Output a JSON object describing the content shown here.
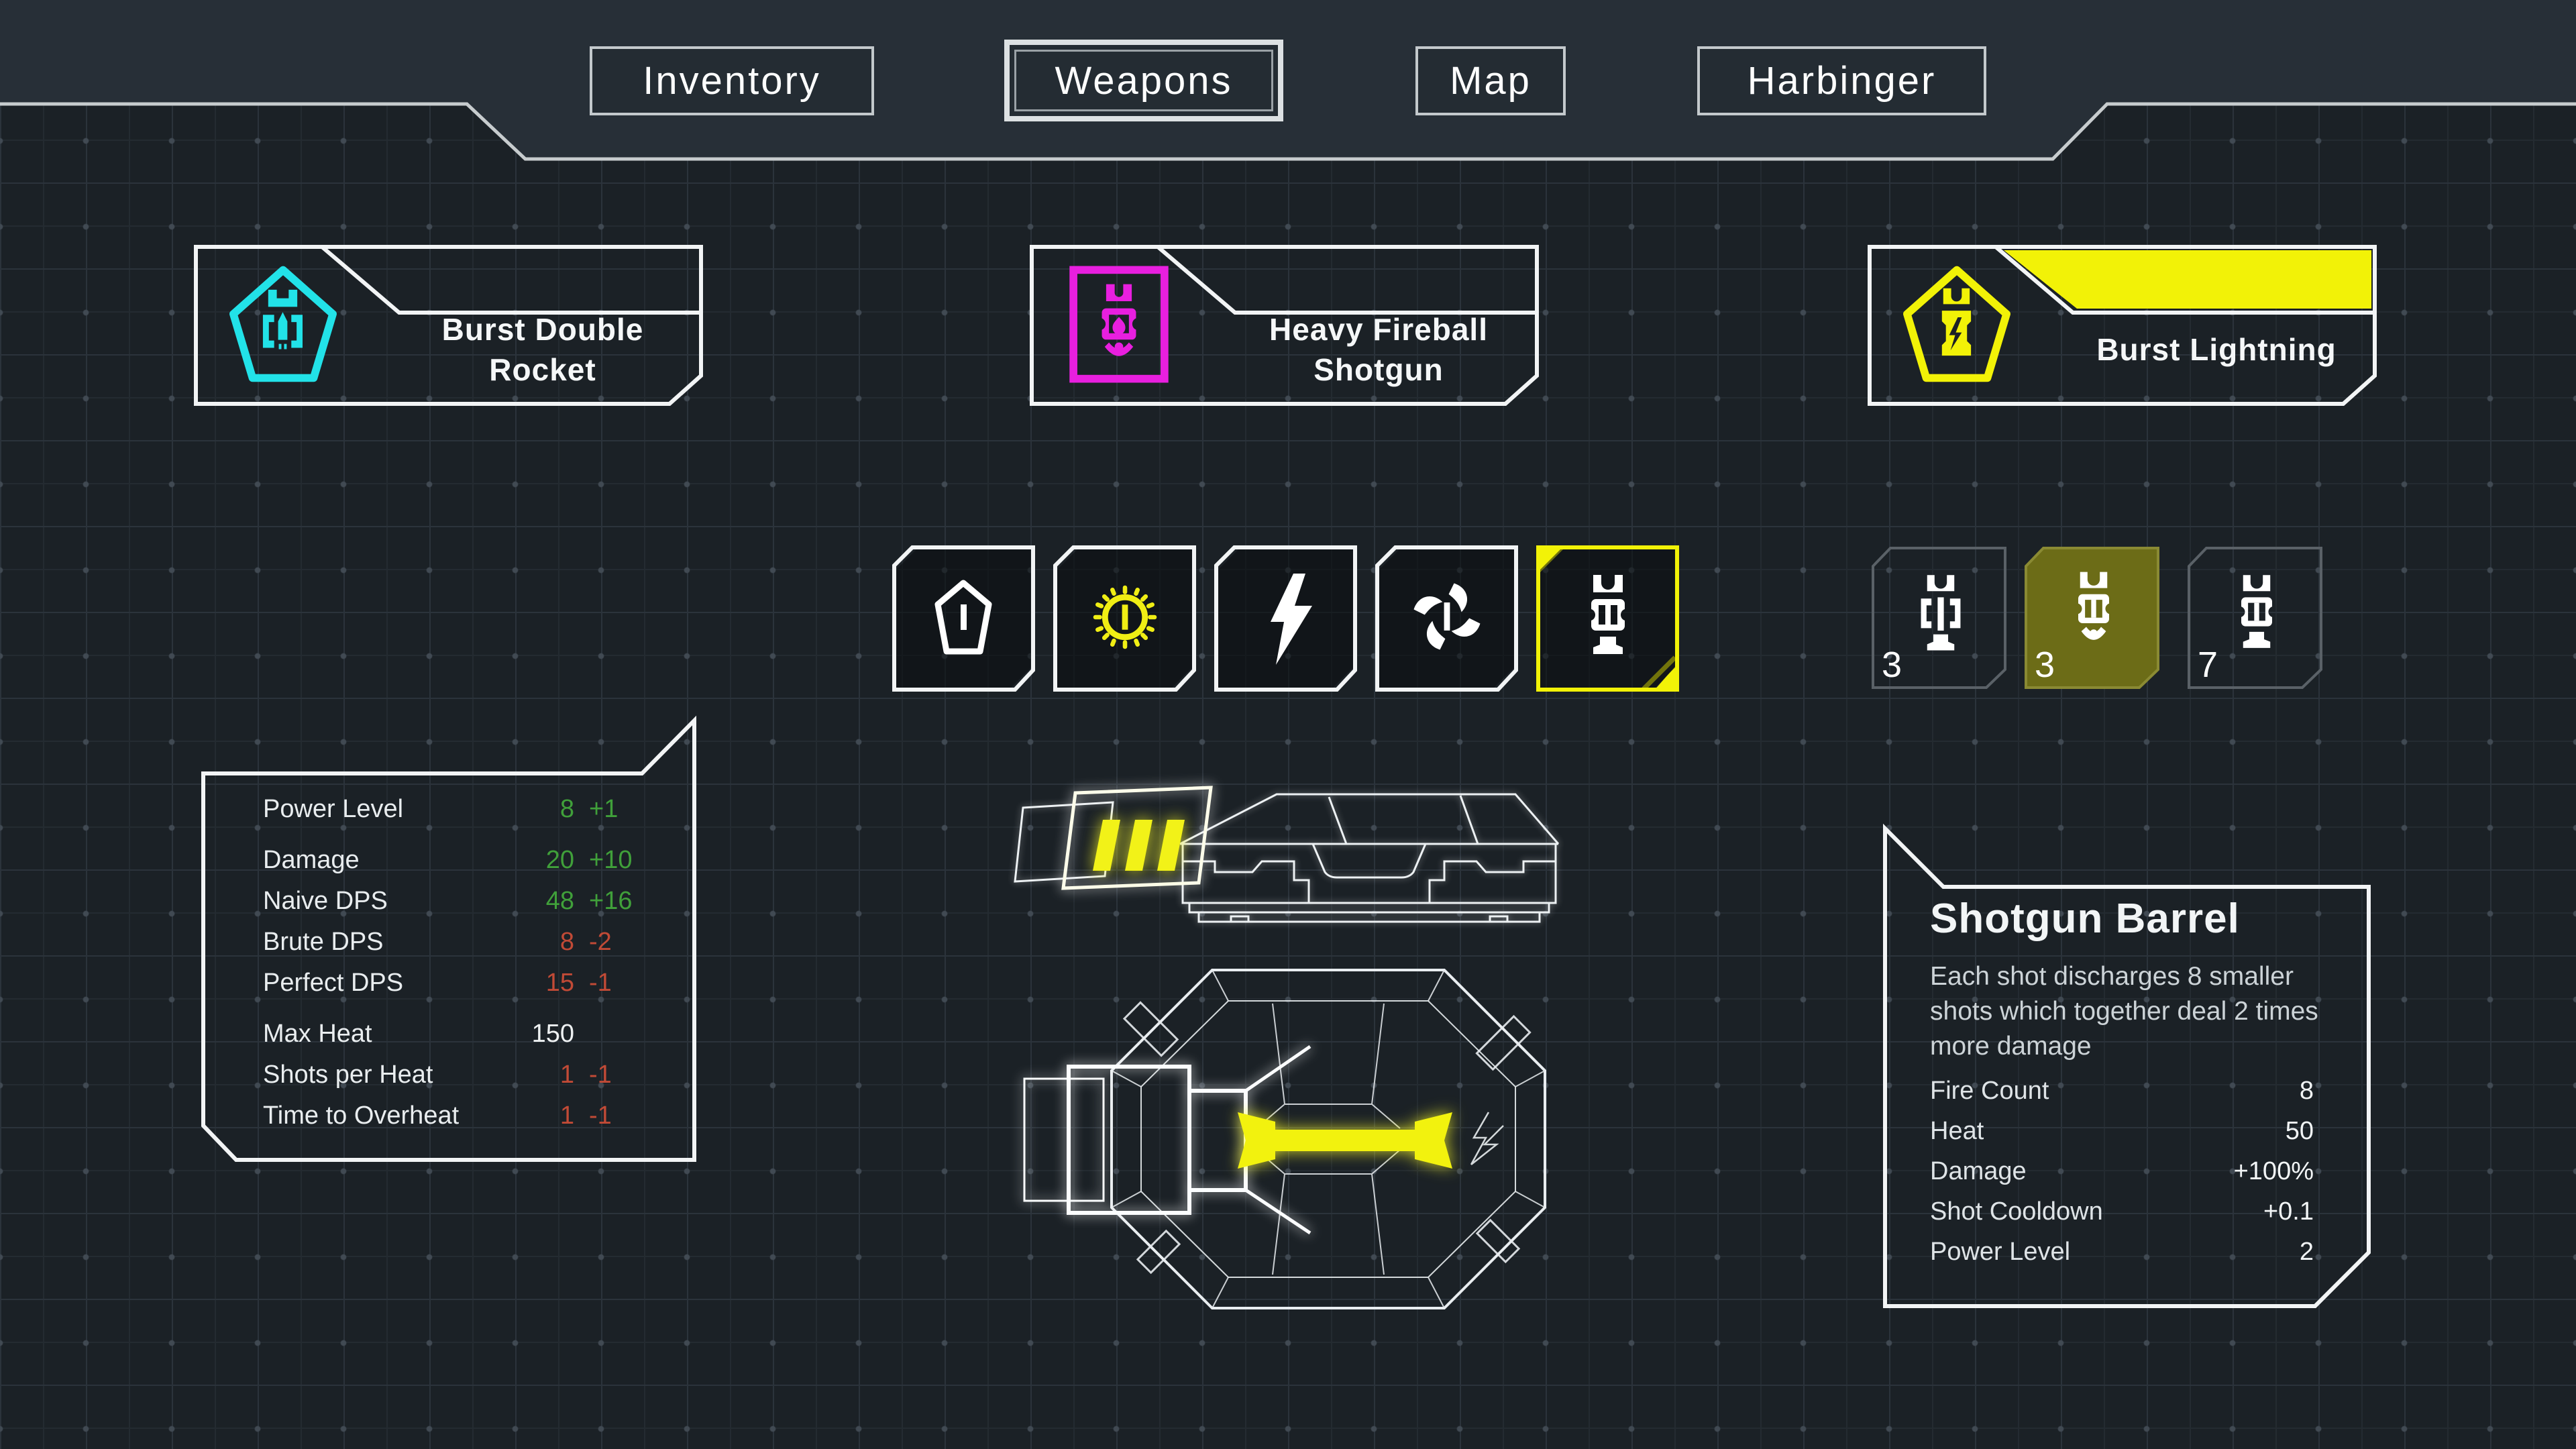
{
  "tabs": [
    {
      "label": "Inventory",
      "selected": false
    },
    {
      "label": "Weapons",
      "selected": true
    },
    {
      "label": "Map",
      "selected": false
    },
    {
      "label": "Harbinger",
      "selected": false
    }
  ],
  "weapons": [
    {
      "name": "Burst Double Rocket",
      "accent": "#22e2e8",
      "icon": "rocket-module-pentagon-icon",
      "header_filled": false
    },
    {
      "name": "Heavy Fireball Shotgun",
      "accent": "#e81fdf",
      "icon": "fireball-module-card-icon",
      "header_filled": false
    },
    {
      "name": "Burst Lightning",
      "accent": "#f2f207",
      "icon": "lightning-module-pentagon-icon",
      "header_filled": true
    }
  ],
  "module_slots": [
    {
      "icon": "shell-pentagon-icon",
      "color": "#ffffff",
      "selected": false
    },
    {
      "icon": "sun-burst-icon",
      "color": "#f0ee14",
      "selected": false
    },
    {
      "icon": "lightning-bolt-icon",
      "color": "#ffffff",
      "selected": false
    },
    {
      "icon": "fan-spinner-icon",
      "color": "#ffffff",
      "selected": false
    },
    {
      "icon": "barrel-module-icon",
      "color": "#ffffff",
      "selected": true
    }
  ],
  "owned_modules": [
    {
      "icon": "rocket-module-icon",
      "count": "3",
      "selected": false
    },
    {
      "icon": "shotgun-barrel-module-icon",
      "count": "3",
      "selected": true
    },
    {
      "icon": "barrel-module-icon",
      "count": "7",
      "selected": false
    }
  ],
  "stats_panel": {
    "rows": [
      {
        "label": "Power Level",
        "value": "8",
        "delta": "+1",
        "tone": "green"
      },
      {
        "label": "Damage",
        "value": "20",
        "delta": "+10",
        "tone": "green"
      },
      {
        "label": "Naive DPS",
        "value": "48",
        "delta": "+16",
        "tone": "green"
      },
      {
        "label": "Brute DPS",
        "value": "8",
        "delta": "-2",
        "tone": "red"
      },
      {
        "label": "Perfect DPS",
        "value": "15",
        "delta": "-1",
        "tone": "red"
      },
      {
        "label": "Max Heat",
        "value": "150",
        "delta": "",
        "tone": "white"
      },
      {
        "label": "Shots per Heat",
        "value": "1",
        "delta": "-1",
        "tone": "red"
      },
      {
        "label": "Time to Overheat",
        "value": "1",
        "delta": "-1",
        "tone": "red"
      }
    ]
  },
  "module_panel": {
    "title": "Shotgun Barrel",
    "description": "Each shot discharges 8 smaller shots which together deal 2 times more damage",
    "rows": [
      {
        "label": "Fire Count",
        "value": "8"
      },
      {
        "label": "Heat",
        "value": "50"
      },
      {
        "label": "Damage",
        "value": "+100%"
      },
      {
        "label": "Shot Cooldown",
        "value": "+0.1"
      },
      {
        "label": "Power Level",
        "value": "2"
      }
    ]
  },
  "colors": {
    "background": "#1b2126",
    "header": "#272f37",
    "panel_border": "#f2f4f5",
    "accent_cyan": "#22e2e8",
    "accent_magenta": "#e81fdf",
    "accent_yellow": "#f2f207",
    "selected_tile_fill": "#6c6c17",
    "positive": "#40a03a",
    "negative": "#c14a36"
  }
}
